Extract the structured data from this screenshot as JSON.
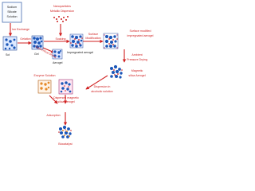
{
  "diagram": {
    "nodes": {
      "precursor_lines": [
        "Sodium",
        "Silicate",
        "Solution"
      ],
      "sol": "Sol",
      "gel": "Gel",
      "aerogel": "Aerogel",
      "impregnated_aerogel": "Impregnated aerogel",
      "surface_modified_lines": [
        "Surface modified",
        "impregnated aerogel"
      ],
      "magnetic_aerogel_lines": [
        "Magnetic",
        "silica Aerogel"
      ],
      "dispersed_lines": [
        "Dispersed magnetic",
        "silica Aerogel"
      ],
      "enzyme_solution": "Enzyme Solution",
      "biocatalyst": "Biocatalyst"
    },
    "steps": {
      "ion_exchange": "Ion Exchange",
      "gelation": "Gelation",
      "nanoparticle_lines": [
        "Nanoparticles",
        "Metallic Dispersion"
      ],
      "soaking": "Soaking",
      "surface_mod_lines": [
        "Surface",
        "Modification"
      ],
      "ambient_drying_lines": [
        "Ambient",
        "Pressure Drying"
      ],
      "dispersion_lines": [
        "Dispersion in",
        "alcoholic solution"
      ],
      "adsorption": "Adsorption",
      "supercritical_drying": "Supercritical Drying"
    },
    "colors": {
      "arrow": "#d02020",
      "label_red": "#d02020",
      "label_black": "#222222",
      "particle_blue": "#1c57b8",
      "particle_red": "#cc2222",
      "particle_pink": "#c0407a",
      "enzyme_orange": "#e48a2a"
    }
  }
}
